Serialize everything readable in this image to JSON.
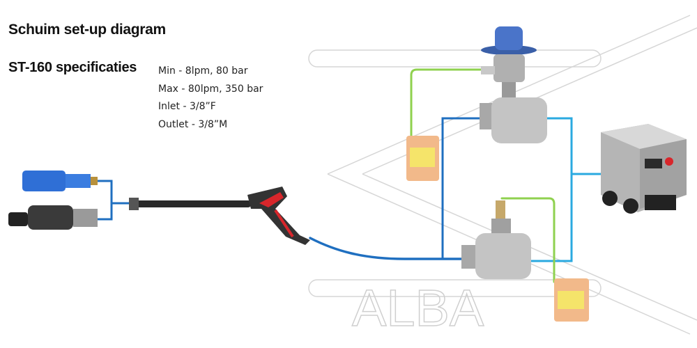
{
  "title": "Schuim set-up diagram",
  "subtitle": "ST-160 specificaties",
  "specs": [
    "Min - 8lpm, 80 bar",
    "Max - 80lpm, 350 bar",
    "Inlet - 3/8”F",
    "Outlet - 3/8”M"
  ],
  "watermark": "ALBA",
  "colors": {
    "hose_dark": "#1f6fc0",
    "hose_light": "#2aa9e0",
    "tube_green": "#8fd14f",
    "trigger": "#d8262b",
    "nozzle_blue": "#2f6fd6"
  }
}
